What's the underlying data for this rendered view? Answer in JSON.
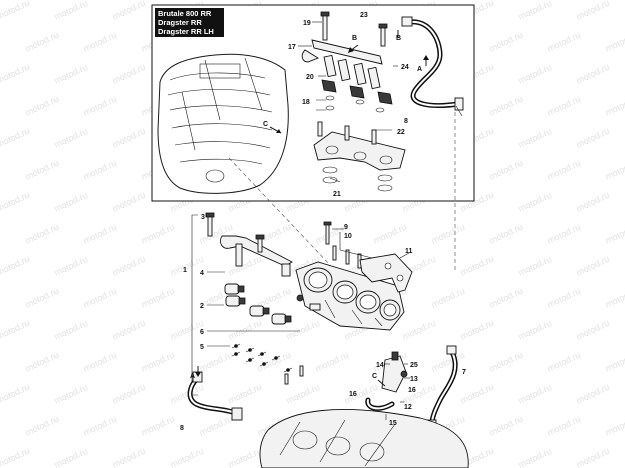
{
  "inset": {
    "title_lines": [
      "Brutale 800 RR",
      "Dragster RR",
      "Dragster RR LH"
    ],
    "numbers": [
      "23",
      "19",
      "17",
      "20",
      "18",
      "24",
      "8",
      "22",
      "21"
    ],
    "letters": [
      "B",
      "B",
      "A",
      "C"
    ]
  },
  "main": {
    "numbers": [
      "3",
      "4",
      "1",
      "2",
      "6",
      "5",
      "9",
      "10",
      "11",
      "8",
      "14",
      "25",
      "13",
      "7",
      "16",
      "12",
      "16",
      "15"
    ],
    "letters": [
      "A",
      "C"
    ]
  },
  "watermark": {
    "text": "motod.ru"
  },
  "colors": {
    "line": "#1a1a1a",
    "watermark": "#c9c9c9",
    "title_bg": "#111111"
  }
}
